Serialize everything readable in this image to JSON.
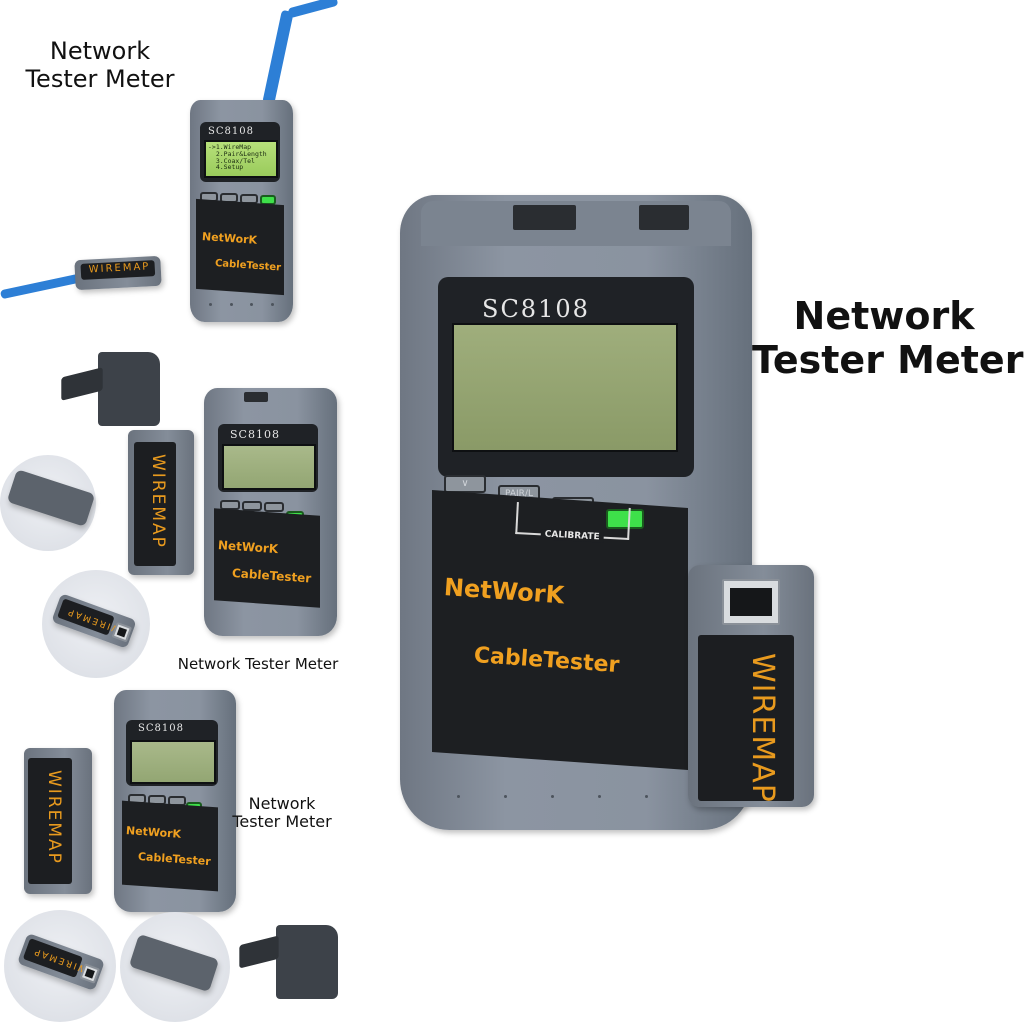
{
  "product": {
    "model": "SC8108",
    "brand_line1": "NetWorK",
    "brand_line2": "CableTester",
    "remote_label": "WIREMAP",
    "calibrate_label": "CALIBRATE",
    "buttons": [
      {
        "label": "∨",
        "color": "#8e959d"
      },
      {
        "label": "PAIR/L",
        "color": "#8e959d"
      },
      {
        "label": "∧",
        "color": "#8e959d"
      },
      {
        "label": "",
        "color": "#3ee04a"
      }
    ],
    "lcd_menu": "->1.WireMap\n  2.Pair&Length\n  3.Coax/Tel\n  4.Setup"
  },
  "captions": {
    "top_left": "Network\nTester Meter",
    "middle_left": "Network Tester Meter",
    "bottom_left": "Network\nTester Meter",
    "main_right": "Network\nTester Meter"
  },
  "colors": {
    "body_gray": "#8a93a0",
    "panel_black": "#1d1f22",
    "brand_orange": "#f0a020",
    "lcd_green": "#9acb5c",
    "enter_green": "#3ee04a",
    "cable_blue": "#2d7fd6"
  }
}
